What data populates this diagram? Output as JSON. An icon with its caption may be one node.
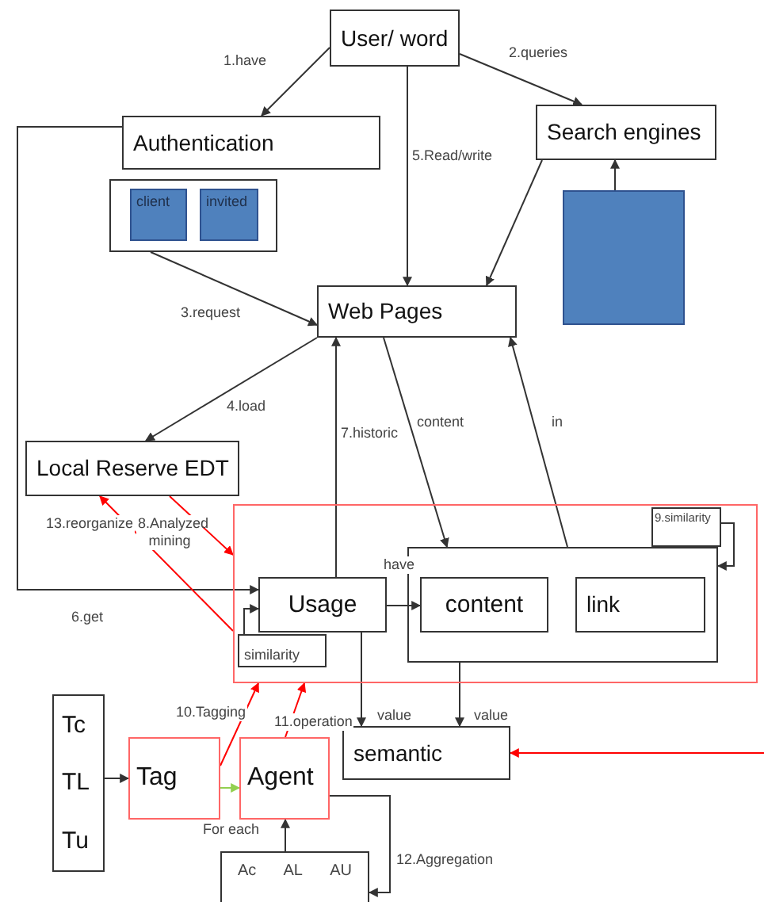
{
  "diagram": {
    "nodes": [
      {
        "text": [
          "User/ word"
        ]
      },
      {
        "text": [
          "Authentication"
        ]
      },
      {
        "text": [],
        "shape": "box"
      },
      {
        "text": [
          "client"
        ],
        "in": 2
      },
      {
        "text": [
          "invited"
        ],
        "in": 2
      },
      {
        "text": [
          "Search engines"
        ]
      },
      {
        "text": [],
        "shape": "box"
      },
      {
        "text": [
          "Web Pages"
        ]
      },
      {
        "text": [
          "Local Reserve  EDT"
        ]
      },
      {
        "text": [],
        "shape": "box"
      },
      {
        "text": [
          "similarity"
        ],
        "in": 9
      },
      {
        "text": [
          "Usage"
        ],
        "in": 9
      },
      {
        "text": [],
        "shape": "box",
        "in": 9
      },
      {
        "text": [
          "content"
        ],
        "in": 12
      },
      {
        "text": [
          "link"
        ],
        "in": 12
      },
      {
        "text": [
          "9.similarity"
        ],
        "in": 9
      },
      {
        "text": [
          "Tc",
          "TL",
          "Tu"
        ]
      },
      {
        "text": [
          "Tag"
        ]
      },
      {
        "text": [
          "Agent"
        ]
      },
      {
        "text": [
          "semantic"
        ]
      },
      {
        "text": [
          "Ac",
          "AL",
          "AU"
        ]
      }
    ],
    "edges": [
      {
        "from": 0,
        "to": 1,
        "arrow": "to",
        "label": "1.have"
      },
      {
        "from": 0,
        "to": 5,
        "arrow": "to",
        "label": "2.queries"
      },
      {
        "from": 0,
        "to": 7,
        "arrow": "to",
        "label": "5.Read/write"
      },
      {
        "from": 5,
        "to": 7,
        "arrow": "to"
      },
      {
        "from": 6,
        "to": 5,
        "arrow": "to"
      },
      {
        "from": 2,
        "to": 7,
        "arrow": "to",
        "label": "3.request"
      },
      {
        "from": 7,
        "to": 8,
        "arrow": "to",
        "label": "4.load"
      },
      {
        "from": 1,
        "to": 11,
        "arrow": "to",
        "label": "6.get"
      },
      {
        "from": 11,
        "to": 7,
        "arrow": "to",
        "label": "7.historic"
      },
      {
        "from": 7,
        "to": 12,
        "arrow": "to",
        "label": "content"
      },
      {
        "from": 12,
        "to": 7,
        "arrow": "to",
        "label": "in"
      },
      {
        "from": 8,
        "to": 9,
        "arrow": "to",
        "label": "8.Analyzed mining",
        "color": "#ff0000"
      },
      {
        "from": 9,
        "to": 8,
        "arrow": "to",
        "label": "13.reorganize",
        "color": "#ff0000"
      },
      {
        "from": 11,
        "to": 13,
        "arrow": "to",
        "label": "have"
      },
      {
        "from": 10,
        "to": 11,
        "arrow": "to"
      },
      {
        "from": 15,
        "to": 12,
        "arrow": "to"
      },
      {
        "from": 11,
        "to": 19,
        "arrow": "to",
        "label": "value"
      },
      {
        "from": 12,
        "to": 19,
        "arrow": "to",
        "label": "value"
      },
      {
        "from": null,
        "to": 19,
        "arrow": "to",
        "color": "#ff0000"
      },
      {
        "from": 16,
        "to": 17,
        "arrow": "to"
      },
      {
        "from": 17,
        "to": 18,
        "arrow": "to",
        "label": "For each",
        "color": "#92d050"
      },
      {
        "from": 17,
        "to": 9,
        "arrow": "to",
        "label": "10.Tagging",
        "color": "#ff0000"
      },
      {
        "from": 18,
        "to": 9,
        "arrow": "to",
        "label": "11.operation",
        "color": "#ff0000"
      },
      {
        "from": 20,
        "to": 18,
        "arrow": "to"
      },
      {
        "from": 18,
        "to": 20,
        "arrow": "to",
        "label": "12.Aggregation"
      }
    ]
  }
}
